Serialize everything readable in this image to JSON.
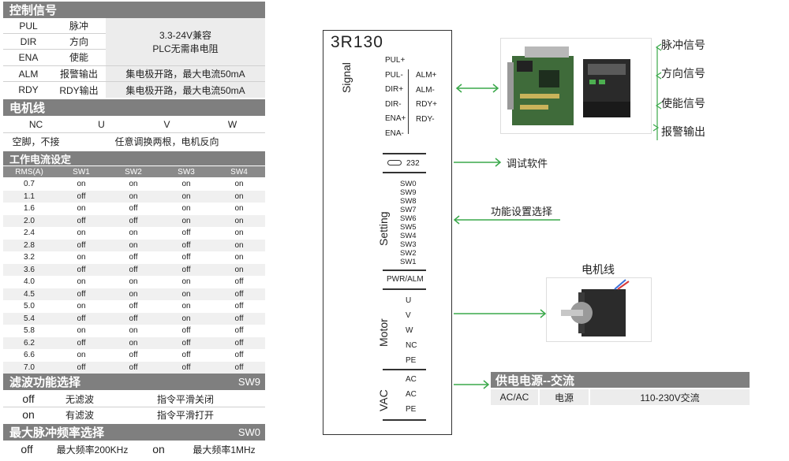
{
  "control": {
    "title": "控制信号",
    "rows": [
      {
        "signal": "PUL",
        "desc": "脉冲"
      },
      {
        "signal": "DIR",
        "desc": "方向"
      },
      {
        "signal": "ENA",
        "desc": "使能"
      }
    ],
    "merged_note_1": "3.3-24V兼容",
    "merged_note_2": "PLC无需串电阻",
    "alm": {
      "signal": "ALM",
      "desc": "报警输出",
      "note": "集电极开路，最大电流50mA"
    },
    "rdy": {
      "signal": "RDY",
      "desc": "RDY输出",
      "note": "集电极开路，最大电流50mA"
    }
  },
  "motor_wire": {
    "title": "电机线",
    "labels": [
      "NC",
      "U",
      "V",
      "W"
    ],
    "left_note": "空脚，不接",
    "right_note": "任意调换两根，电机反向"
  },
  "current": {
    "title": "工作电流设定",
    "headers": [
      "RMS(A)",
      "SW1",
      "SW2",
      "SW3",
      "SW4"
    ],
    "rows": [
      [
        "0.7",
        "on",
        "on",
        "on",
        "on"
      ],
      [
        "1.1",
        "off",
        "on",
        "on",
        "on"
      ],
      [
        "1.6",
        "on",
        "off",
        "on",
        "on"
      ],
      [
        "2.0",
        "off",
        "off",
        "on",
        "on"
      ],
      [
        "2.4",
        "on",
        "on",
        "off",
        "on"
      ],
      [
        "2.8",
        "off",
        "on",
        "off",
        "on"
      ],
      [
        "3.2",
        "on",
        "off",
        "off",
        "on"
      ],
      [
        "3.6",
        "off",
        "off",
        "off",
        "on"
      ],
      [
        "4.0",
        "on",
        "on",
        "on",
        "off"
      ],
      [
        "4.5",
        "off",
        "on",
        "on",
        "off"
      ],
      [
        "5.0",
        "on",
        "off",
        "on",
        "off"
      ],
      [
        "5.4",
        "off",
        "off",
        "on",
        "off"
      ],
      [
        "5.8",
        "on",
        "on",
        "off",
        "off"
      ],
      [
        "6.2",
        "off",
        "on",
        "off",
        "off"
      ],
      [
        "6.6",
        "on",
        "off",
        "off",
        "off"
      ],
      [
        "7.0",
        "off",
        "off",
        "off",
        "off"
      ]
    ]
  },
  "filter": {
    "title": "滤波功能选择",
    "sw": "SW9",
    "rows": [
      {
        "state": "off",
        "mode": "无滤波",
        "desc": "指令平滑关闭"
      },
      {
        "state": "on",
        "mode": "有滤波",
        "desc": "指令平滑打开"
      }
    ]
  },
  "freq": {
    "title": "最大脉冲频率选择",
    "sw": "SW0",
    "off_state": "off",
    "off_desc": "最大频率200KHz",
    "on_state": "on",
    "on_desc": "最大频率1MHz"
  },
  "diagram": {
    "model": "3R130",
    "signal_label": "Signal",
    "inputs": [
      "PUL+",
      "PUL-",
      "DIR+",
      "DIR-",
      "ENA+",
      "ENA-"
    ],
    "outputs": [
      "ALM+",
      "ALM-",
      "RDY+",
      "RDY-"
    ],
    "port": "232",
    "setting_label": "Setting",
    "switches": [
      "SW0",
      "SW9",
      "SW8",
      "SW7",
      "SW6",
      "SW5",
      "SW4",
      "SW3",
      "SW2",
      "SW1"
    ],
    "pwr": "PWR/ALM",
    "motor_label": "Motor",
    "motor_pins": [
      "U",
      "V",
      "W",
      "NC",
      "PE"
    ],
    "vac_label": "VAC",
    "vac_pins": [
      "AC",
      "AC",
      "PE"
    ]
  },
  "right": {
    "pulse": "脉冲信号",
    "dir": "方向信号",
    "enable": "使能信号",
    "alarm": "报警输出",
    "debug": "调试软件",
    "function": "功能设置选择",
    "motor_cable": "电机线",
    "power_title": "供电电源--交流",
    "power_cells": [
      "AC/AC",
      "电源",
      "110-230V交流"
    ]
  },
  "colors": {
    "header_grey": "#7f7f7f",
    "accent_green": "#3aa84a"
  }
}
